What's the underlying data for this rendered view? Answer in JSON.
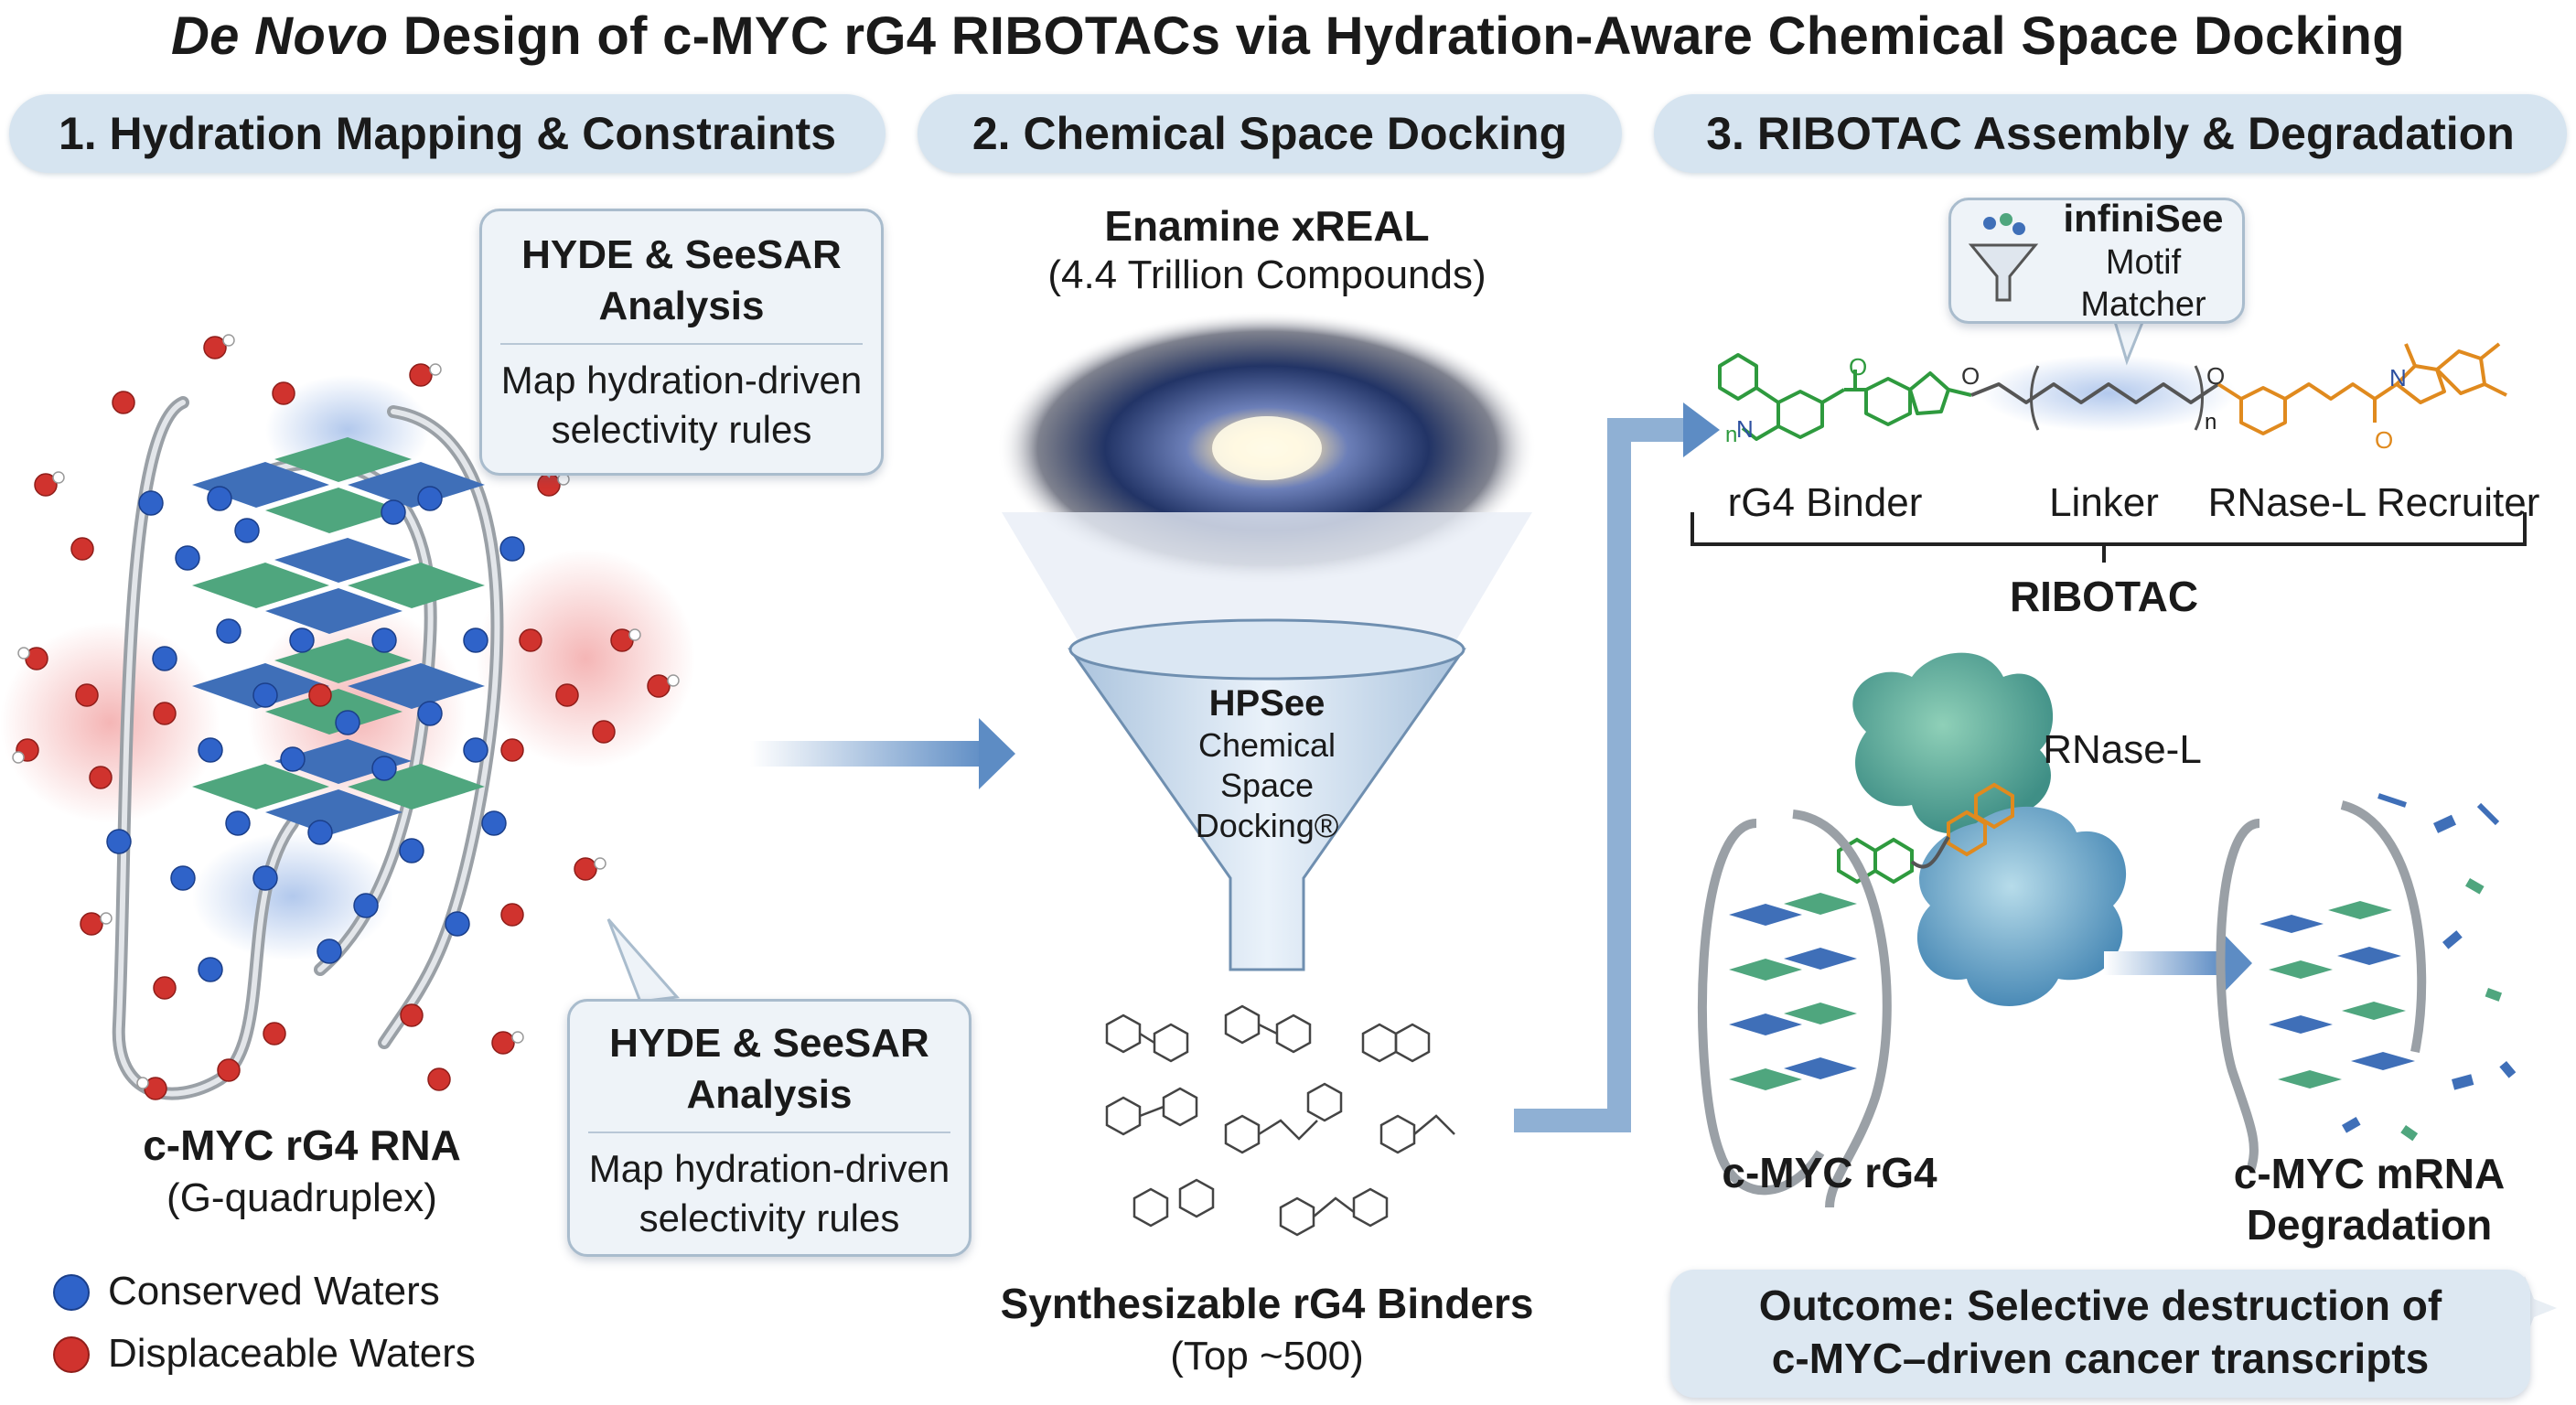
{
  "title": {
    "italic": "De Novo",
    "rest": " Design of c-MYC rG4 RIBOTACs via Hydration-Aware Chemical Space Docking"
  },
  "sections": [
    {
      "label": "1. Hydration Mapping & Constraints"
    },
    {
      "label": "2. Chemical Space Docking"
    },
    {
      "label": "3. RIBOTAC Assembly & Degradation"
    }
  ],
  "panel1": {
    "callout_top": {
      "heading": "HYDE & SeeSAR Analysis",
      "body": "Map hydration-driven selectivity rules"
    },
    "callout_bottom": {
      "heading": "HYDE & SeeSAR Analysis",
      "body": "Map hydration-driven selectivity rules"
    },
    "rna_label": "c-MYC rG4 RNA",
    "rna_sublabel": "(G-quadruplex)",
    "legend": [
      {
        "label": "Conserved Waters",
        "color": "#2f63c9"
      },
      {
        "label": "Displaceable Waters",
        "color": "#d0332e"
      }
    ]
  },
  "panel2": {
    "library_name": "Enamine xREAL",
    "library_size": "(4.4 Trillion Compounds)",
    "funnel_title": "HPSee",
    "funnel_body": [
      "Chemical",
      "Space",
      "Docking®"
    ],
    "binders_label": "Synthesizable rG4 Binders",
    "binders_sublabel": "(Top ~500)"
  },
  "panel3": {
    "motif_title": "infiniSee",
    "motif_body": "Motif Matcher",
    "parts": [
      "rG4 Binder",
      "Linker",
      "RNase-L Recruiter"
    ],
    "linker_n": "n",
    "ring_n": "n",
    "construct_label": "RIBOTAC",
    "enzyme_label": "RNase-L",
    "target_label": "c-MYC rG4",
    "result_label": [
      "c-MYC mRNA",
      "Degradation"
    ],
    "outcome": [
      "Outcome: Selective destruction of",
      "c-MYC–driven cancer transcripts"
    ]
  },
  "colors": {
    "section_bg": "#d6e4f0",
    "binder_green": "#2e9a3e",
    "recruiter_orange": "#e08a1e",
    "tetrad_green": "#4fa67e",
    "tetrad_blue": "#3f6fb8",
    "enzyme_teal": "#5aa9a0",
    "arrow_blue": "#6f97c8"
  }
}
